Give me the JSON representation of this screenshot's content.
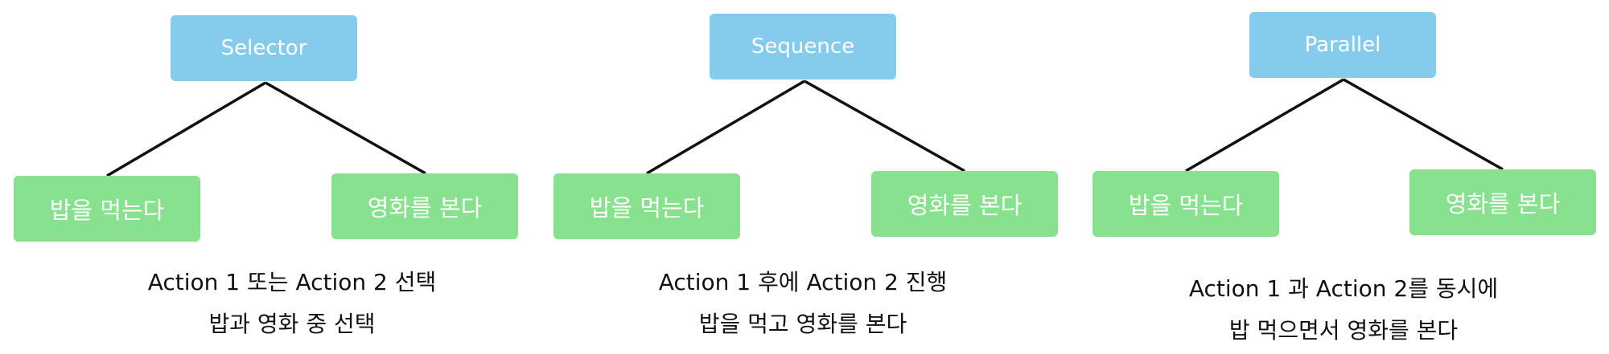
{
  "colors": {
    "parent_node": "#85cbec",
    "child_node": "#88e18f",
    "node_text": "#ffffff",
    "edge": "#111111",
    "caption_text": "#111111"
  },
  "trees": [
    {
      "parent": "Selector",
      "children": [
        "밥을 먹는다",
        "영화를 본다"
      ],
      "caption": [
        "Action 1 또는 Action 2 선택",
        "밥과 영화 중 선택"
      ]
    },
    {
      "parent": "Sequence",
      "children": [
        "밥을 먹는다",
        "영화를 본다"
      ],
      "caption": [
        "Action 1 후에 Action 2 진행",
        "밥을 먹고 영화를 본다"
      ]
    },
    {
      "parent": "Parallel",
      "children": [
        "밥을 먹는다",
        "영화를 본다"
      ],
      "caption": [
        "Action 1 과 Action 2를 동시에",
        "밥 먹으면서 영화를 본다"
      ]
    }
  ]
}
